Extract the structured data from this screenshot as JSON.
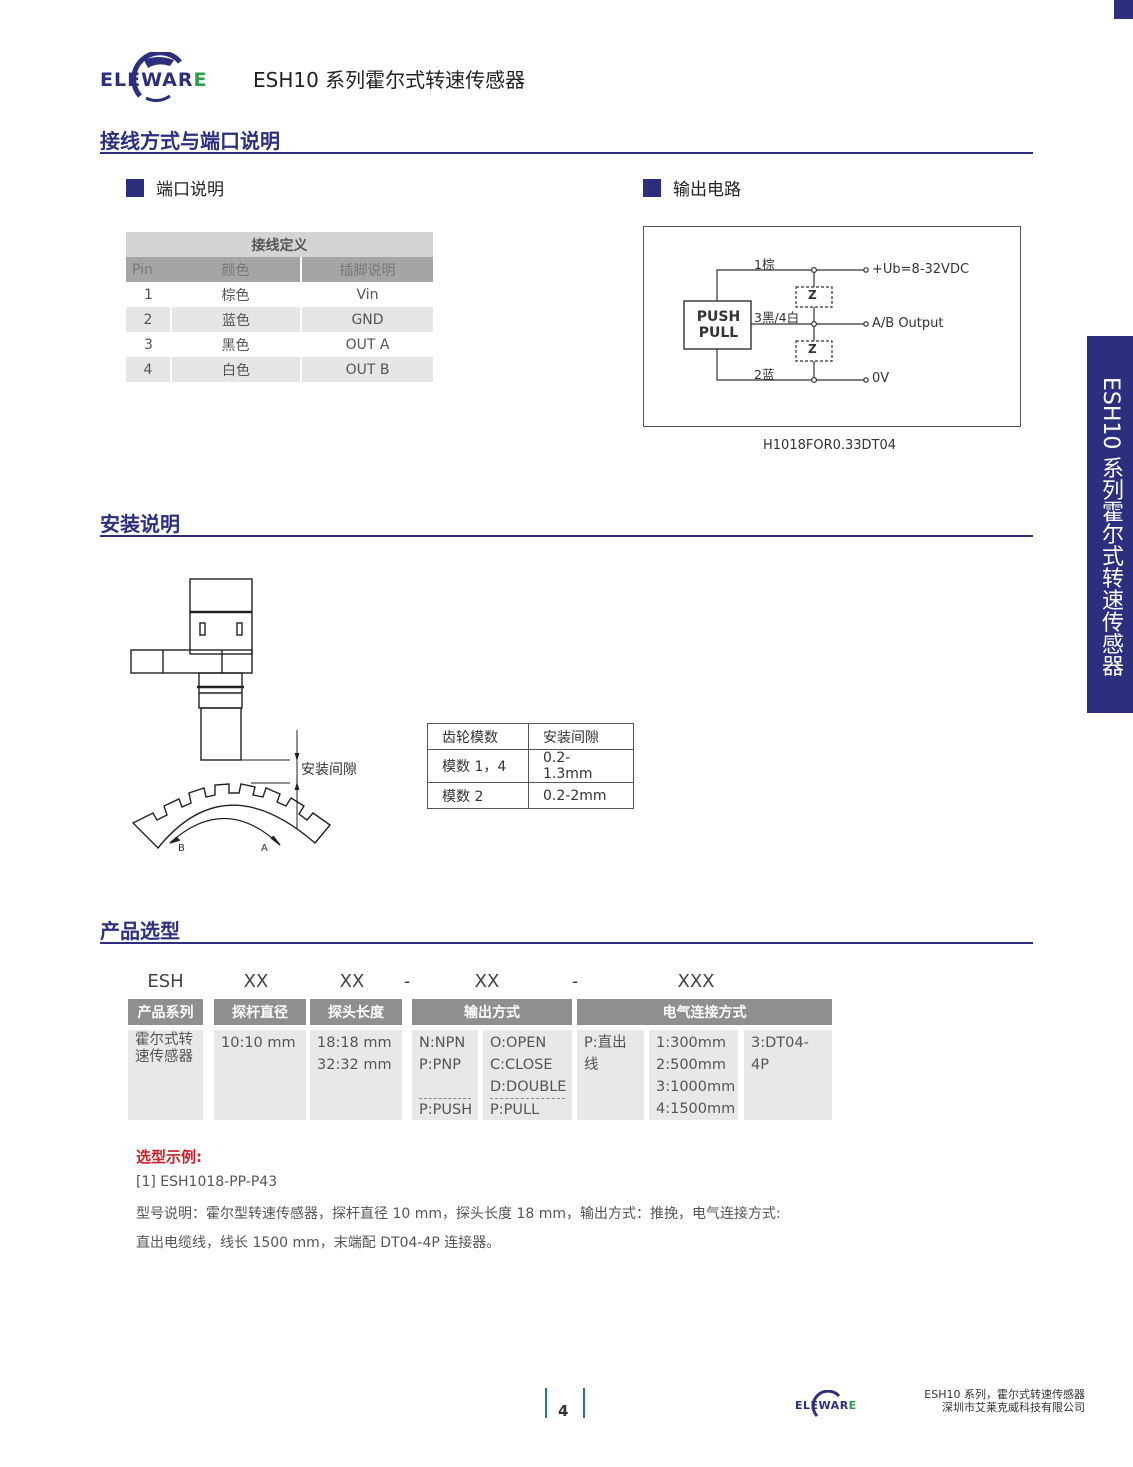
{
  "brand": {
    "logo_text_main": "ELEWAR",
    "logo_text_end": "E",
    "colors": {
      "primary": "#2b2f7e",
      "accent_green": "#2e9e4d",
      "red": "#c8232c",
      "gray_header": "#8f8f8f"
    }
  },
  "header": {
    "title": "ESH10 系列霍尔式转速传感器"
  },
  "side_tab": {
    "label": "ESH10 系列霍尔式转速传感器"
  },
  "sections": {
    "wiring": {
      "title": "接线方式与端口说明",
      "port": {
        "subtitle": "端口说明",
        "table": {
          "caption": "接线定义",
          "headers": [
            "Pin",
            "颜色",
            "插脚说明"
          ],
          "rows": [
            [
              "1",
              "棕色",
              "Vin"
            ],
            [
              "2",
              "蓝色",
              "GND"
            ],
            [
              "3",
              "黑色",
              "OUT A"
            ],
            [
              "4",
              "白色",
              "OUT B"
            ]
          ]
        }
      },
      "circuit": {
        "subtitle": "输出电路",
        "block_line1": "PUSH",
        "block_line2": "PULL",
        "wire_top": "1棕",
        "wire_mid": "3黑/4白",
        "wire_bottom": "2蓝",
        "impedance": "Z",
        "term_top": "+Ub=8-32VDC",
        "term_mid": "A/B Output",
        "term_bottom": "0V",
        "caption": "H1018FOR0.33DT04"
      }
    },
    "install": {
      "title": "安装说明",
      "gap_label": "安装间隙",
      "dir_b": "B",
      "dir_a": "A",
      "table": {
        "headers": [
          "齿轮模数",
          "安装间隙"
        ],
        "rows": [
          [
            "模数 1，4",
            "0.2-1.3mm"
          ],
          [
            "模数 2",
            "0.2-2mm"
          ]
        ]
      }
    },
    "selection": {
      "title": "产品选型",
      "code_parts": [
        "ESH",
        "XX",
        "XX",
        "-",
        "XX",
        "-",
        "XXX"
      ],
      "headers": [
        "产品系列",
        "探杆直径",
        "探头长度",
        "输出方式",
        "电气连接方式"
      ],
      "cells": {
        "series": [
          "霍尔式转",
          "速传感器"
        ],
        "diameter": [
          "10:10 mm"
        ],
        "length": [
          "18:18 mm",
          "32:32 mm"
        ],
        "output_type": [
          "N:NPN",
          "P:PNP"
        ],
        "output_type_extra": "P:PUSH",
        "output_mode": [
          "O:OPEN",
          "C:CLOSE",
          "D:DOUBLE"
        ],
        "output_mode_extra": "P:PULL",
        "connection": [
          "P:直出线"
        ],
        "cable_length": [
          "1:300mm",
          "2:500mm",
          "3:1000mm",
          "4:1500mm"
        ],
        "connector": [
          "3:DT04-4P"
        ]
      },
      "example": {
        "title": "选型示例:",
        "model": "[1] ESH1018-PP-P43",
        "desc_line1": "型号说明：霍尔型转速传感器，探杆直径 10 mm，探头长度 18 mm，输出方式：推挽，电气连接方式:",
        "desc_line2": "直出电缆线，线长 1500 mm，末端配 DT04-4P 连接器。"
      }
    }
  },
  "footer": {
    "page_number": "4",
    "line1": "ESH10 系列，霍尔式转速传感器",
    "line2": "深圳市艾莱克威科技有限公司"
  }
}
